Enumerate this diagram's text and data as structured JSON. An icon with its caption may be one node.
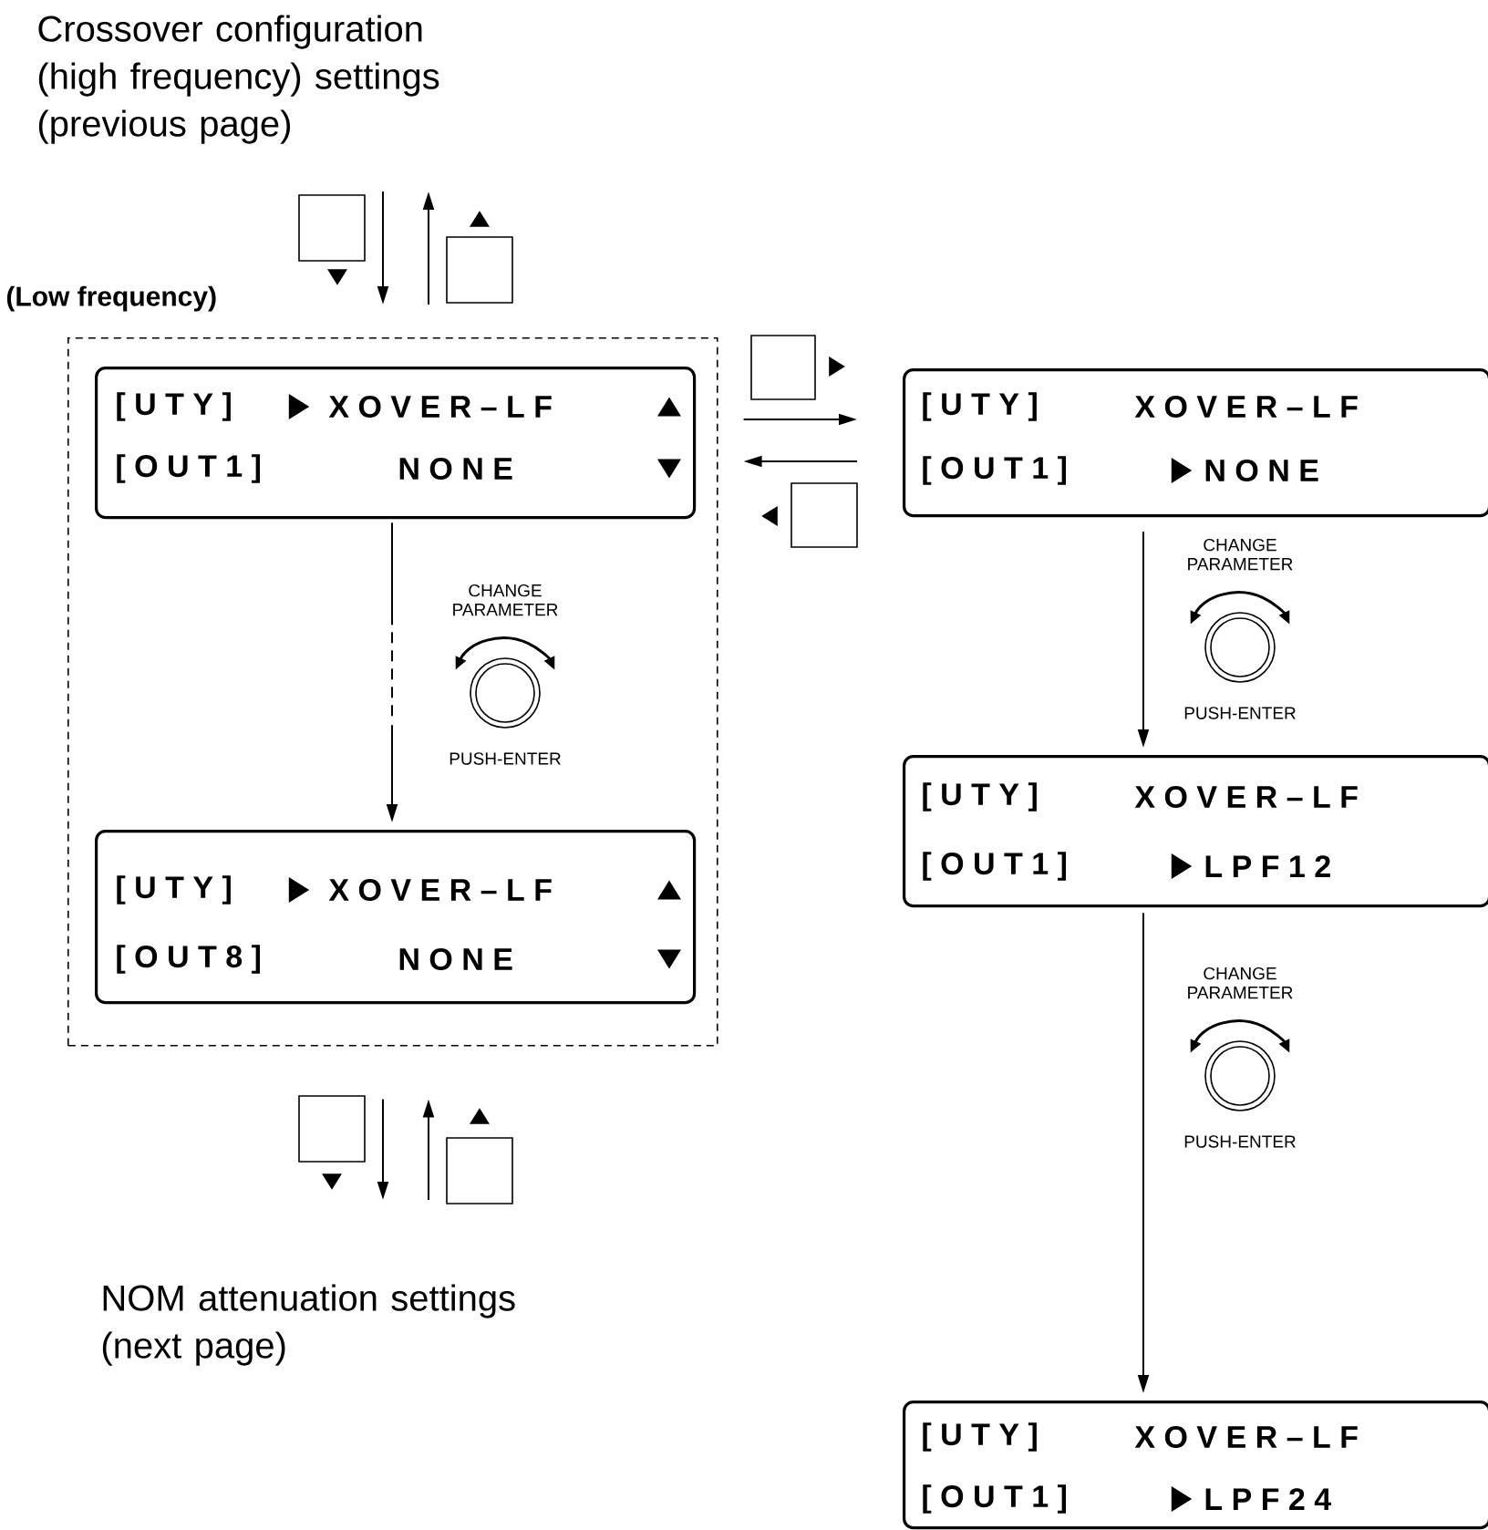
{
  "diagram": {
    "nodes": [
      {
        "text": [
          "Crossover configuration (high frequency) settings (previous page)"
        ]
      },
      {
        "text": [
          "(Low frequency)"
        ]
      },
      {
        "text": [
          "[ U T Y ]",
          "X O V E R – L F",
          "[ O U T 1 ]",
          "N O N E"
        ],
        "in": 1
      },
      {
        "text": [
          "[ U T Y ]",
          "X O V E R – L F",
          "[ O U T 8 ]",
          "N O N E"
        ],
        "in": 1
      },
      {
        "text": [
          "[ U T Y ]",
          "X O V E R – L F",
          "[ O U T 1 ]",
          "N O N E"
        ]
      },
      {
        "text": [
          "[ U T Y ]",
          "X O V E R – L F",
          "[ O U T 1 ]",
          "L P F 1 2"
        ]
      },
      {
        "text": [
          "[ U T Y ]",
          "X O V E R – L F",
          "[ O U T 1 ]",
          "L P F 2 4"
        ]
      },
      {
        "text": [
          "NOM attenuation settings (next page)"
        ]
      }
    ],
    "edges": [
      {
        "from": 0,
        "to": 1,
        "arrow": "to"
      },
      {
        "from": 1,
        "to": 0,
        "arrow": "to"
      },
      {
        "from": 1,
        "to": 4,
        "arrow": "to"
      },
      {
        "from": 4,
        "to": 1,
        "arrow": "to"
      },
      {
        "from": 2,
        "to": 3,
        "arrow": "to",
        "style": "dashed"
      },
      {
        "from": 1,
        "to": 7,
        "arrow": "to"
      },
      {
        "from": 7,
        "to": 1,
        "arrow": "to"
      },
      {
        "from": 4,
        "to": 5,
        "arrow": "to"
      },
      {
        "from": 5,
        "to": 6,
        "arrow": "to"
      }
    ],
    "labels": [
      "CHANGE PARAMETER",
      "PUSH-ENTER",
      "CHANGE PARAMETER",
      "PUSH-ENTER",
      "CHANGE PARAMETER",
      "PUSH-ENTER"
    ]
  }
}
